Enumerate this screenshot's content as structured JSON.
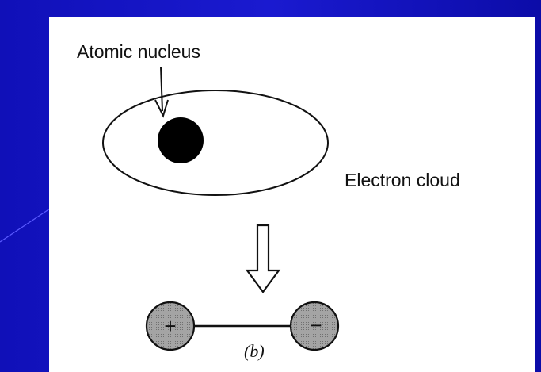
{
  "diagram": {
    "labels": {
      "nucleus": "Atomic nucleus",
      "cloud": "Electron cloud",
      "caption": "(b)"
    },
    "charges": {
      "positive": "+",
      "negative": "−"
    },
    "colors": {
      "background": "#1414c4",
      "panel": "#ffffff",
      "ink": "#111111",
      "charge_fill": "#9a9a9a"
    }
  }
}
